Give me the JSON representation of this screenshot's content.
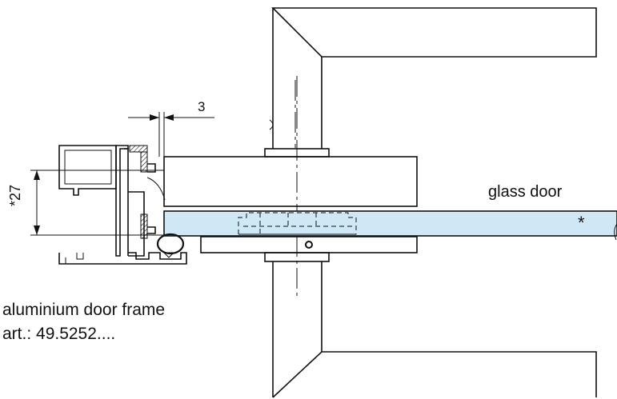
{
  "labels": {
    "dimension_gap": "3",
    "dimension_height": "*27",
    "glass_label": "glass door",
    "glass_marker": "*",
    "frame_name": "aluminium door frame",
    "frame_art": "art.: 49.5252...."
  },
  "colors": {
    "glass_fill": "#cfe8f5",
    "line": "#111111",
    "hatch": "#111111"
  },
  "icons": {
    "fixing_screw": "circle-screw-icon"
  }
}
